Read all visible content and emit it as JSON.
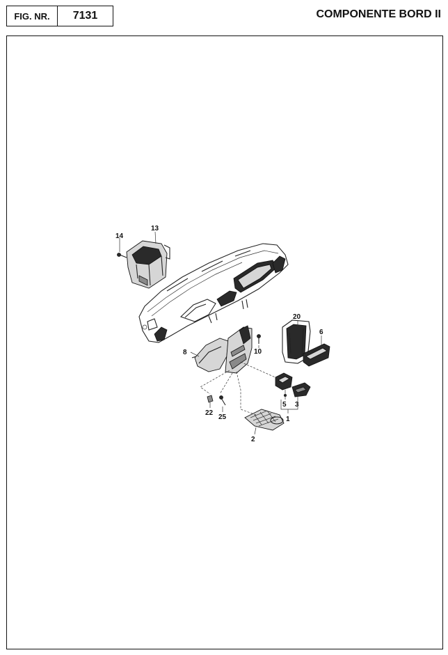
{
  "header": {
    "fig_label": "FIG. NR.",
    "fig_number": "7131",
    "title": "COMPONENTE BORD II"
  },
  "callouts": {
    "p13": "13",
    "p14": "14",
    "p20": "20",
    "p6": "6",
    "p8": "8",
    "p10": "10",
    "p5": "5",
    "p3": "3",
    "p1": "1",
    "p22": "22",
    "p25": "25",
    "p2": "2"
  }
}
